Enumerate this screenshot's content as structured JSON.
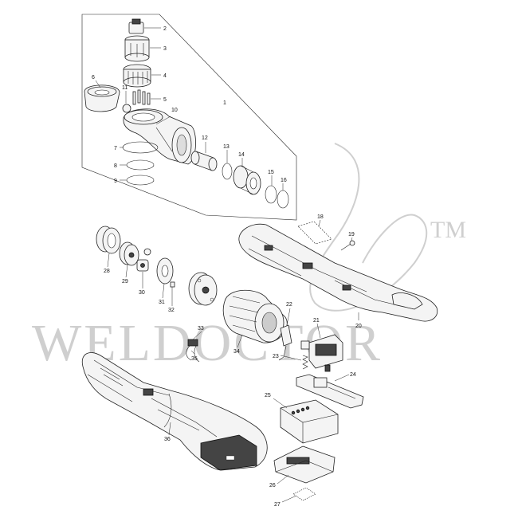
{
  "watermark": {
    "text": "WELDOCTOR",
    "trademark": "TM"
  },
  "callouts": [
    "1",
    "2",
    "3",
    "4",
    "5",
    "6",
    "7",
    "8",
    "9",
    "10",
    "11",
    "12",
    "13",
    "14",
    "15",
    "16",
    "18",
    "19",
    "20",
    "21",
    "22",
    "23",
    "24",
    "25",
    "26",
    "27",
    "28",
    "29",
    "30",
    "31",
    "32",
    "33",
    "34",
    "35",
    "36"
  ]
}
